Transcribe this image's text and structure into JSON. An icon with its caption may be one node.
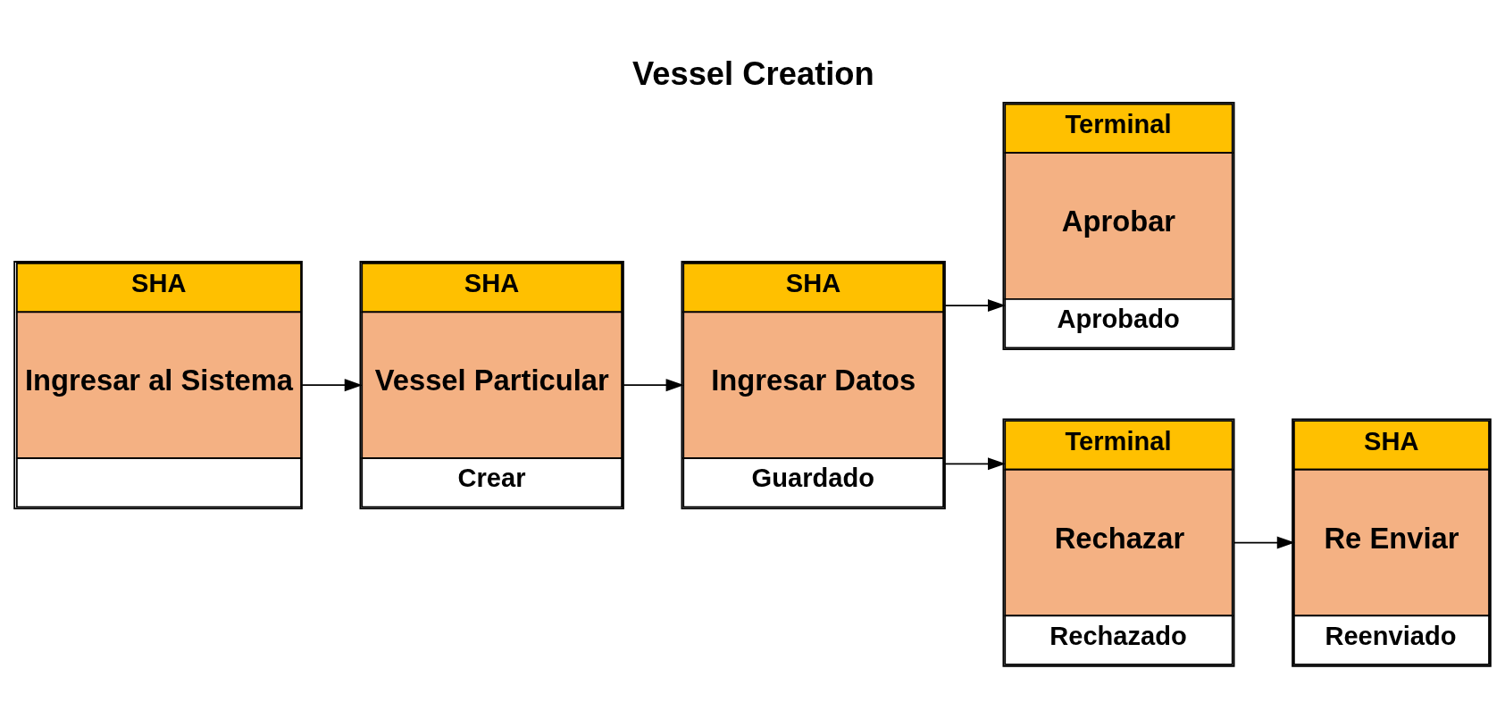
{
  "diagram": {
    "title": "Vessel Creation",
    "nodes": [
      {
        "text": [
          "SHA",
          "Ingresar al Sistema"
        ]
      },
      {
        "text": [
          "SHA",
          "Vessel Particular",
          "Crear"
        ]
      },
      {
        "text": [
          "SHA",
          "Ingresar Datos",
          "Guardado"
        ]
      },
      {
        "text": [
          "Terminal",
          "Aprobar",
          "Aprobado"
        ]
      },
      {
        "text": [
          "Terminal",
          "Rechazar",
          "Rechazado"
        ]
      },
      {
        "text": [
          "SHA",
          "Re Enviar",
          "Reenviado"
        ]
      }
    ],
    "edges": [
      {
        "from": 0,
        "to": 1,
        "arrow": "to"
      },
      {
        "from": 1,
        "to": 2,
        "arrow": "to"
      },
      {
        "from": 2,
        "to": 3,
        "arrow": "to"
      },
      {
        "from": 2,
        "to": 4,
        "arrow": "to"
      },
      {
        "from": 4,
        "to": 5,
        "arrow": "to"
      }
    ]
  }
}
